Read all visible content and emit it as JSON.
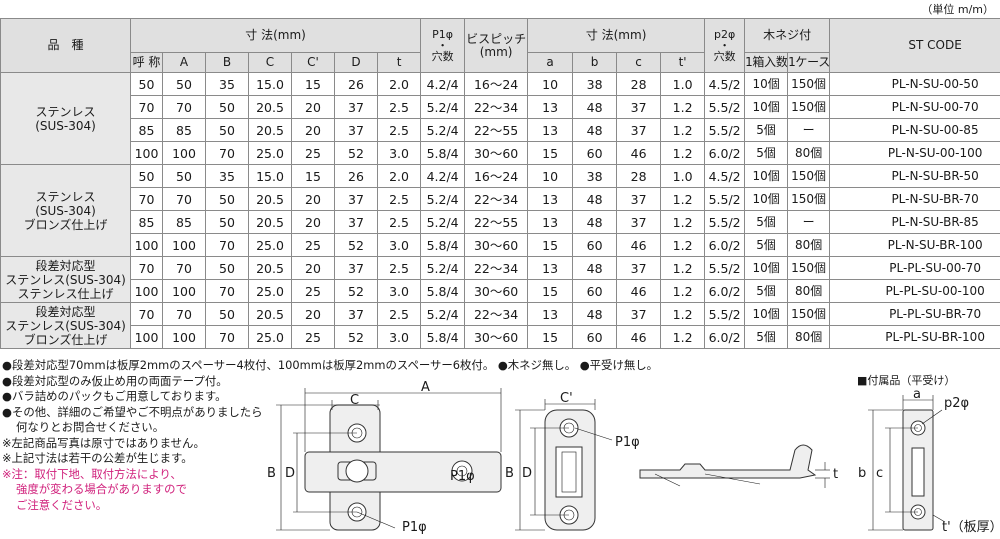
{
  "unit_note": "（単位 m/m）",
  "header": {
    "hinshu": "品　種",
    "sunpo1": "寸 法(mm)",
    "p1": "P1φ\n・\n穴数",
    "pitch": "ビスピッチ\n(mm)",
    "sunpo2": "寸 法(mm)",
    "p2": "p2φ\n・\n穴数",
    "screw": "木ネジ付",
    "stcode": "ST CODE",
    "cols1": [
      "呼 称",
      "A",
      "B",
      "C",
      "C'",
      "D",
      "t"
    ],
    "cols2": [
      "a",
      "b",
      "c",
      "t'"
    ],
    "screw_cols": [
      "1箱入数",
      "1ケース入数"
    ]
  },
  "groups": [
    {
      "name": "ステンレス\n(SUS-304)",
      "rows": [
        [
          "50",
          "50",
          "35",
          "15.0",
          "15",
          "26",
          "2.0",
          "4.2/4",
          "16～24",
          "10",
          "38",
          "28",
          "1.0",
          "4.5/2",
          "10個",
          "150個",
          "PL-N-SU-00-50"
        ],
        [
          "70",
          "70",
          "50",
          "20.5",
          "20",
          "37",
          "2.5",
          "5.2/4",
          "22～34",
          "13",
          "48",
          "37",
          "1.2",
          "5.5/2",
          "10個",
          "150個",
          "PL-N-SU-00-70"
        ],
        [
          "85",
          "85",
          "50",
          "20.5",
          "20",
          "37",
          "2.5",
          "5.2/4",
          "22～55",
          "13",
          "48",
          "37",
          "1.2",
          "5.5/2",
          "5個",
          "ー",
          "PL-N-SU-00-85"
        ],
        [
          "100",
          "100",
          "70",
          "25.0",
          "25",
          "52",
          "3.0",
          "5.8/4",
          "30～60",
          "15",
          "60",
          "46",
          "1.2",
          "6.0/2",
          "5個",
          "80個",
          "PL-N-SU-00-100"
        ]
      ]
    },
    {
      "name": "ステンレス\n(SUS-304)\nブロンズ仕上げ",
      "rows": [
        [
          "50",
          "50",
          "35",
          "15.0",
          "15",
          "26",
          "2.0",
          "4.2/4",
          "16～24",
          "10",
          "38",
          "28",
          "1.0",
          "4.5/2",
          "10個",
          "150個",
          "PL-N-SU-BR-50"
        ],
        [
          "70",
          "70",
          "50",
          "20.5",
          "20",
          "37",
          "2.5",
          "5.2/4",
          "22～34",
          "13",
          "48",
          "37",
          "1.2",
          "5.5/2",
          "10個",
          "150個",
          "PL-N-SU-BR-70"
        ],
        [
          "85",
          "85",
          "50",
          "20.5",
          "20",
          "37",
          "2.5",
          "5.2/4",
          "22～55",
          "13",
          "48",
          "37",
          "1.2",
          "5.5/2",
          "5個",
          "ー",
          "PL-N-SU-BR-85"
        ],
        [
          "100",
          "100",
          "70",
          "25.0",
          "25",
          "52",
          "3.0",
          "5.8/4",
          "30～60",
          "15",
          "60",
          "46",
          "1.2",
          "6.0/2",
          "5個",
          "80個",
          "PL-N-SU-BR-100"
        ]
      ]
    },
    {
      "name": "段差対応型\nステンレス(SUS-304)\nステンレス仕上げ",
      "rows": [
        [
          "70",
          "70",
          "50",
          "20.5",
          "20",
          "37",
          "2.5",
          "5.2/4",
          "22～34",
          "13",
          "48",
          "37",
          "1.2",
          "5.5/2",
          "10個",
          "150個",
          "PL-PL-SU-00-70"
        ],
        [
          "100",
          "100",
          "70",
          "25.0",
          "25",
          "52",
          "3.0",
          "5.8/4",
          "30～60",
          "15",
          "60",
          "46",
          "1.2",
          "6.0/2",
          "5個",
          "80個",
          "PL-PL-SU-00-100"
        ]
      ]
    },
    {
      "name": "段差対応型\nステンレス(SUS-304)\nブロンズ仕上げ",
      "rows": [
        [
          "70",
          "70",
          "50",
          "20.5",
          "20",
          "37",
          "2.5",
          "5.2/4",
          "22～34",
          "13",
          "48",
          "37",
          "1.2",
          "5.5/2",
          "10個",
          "150個",
          "PL-PL-SU-BR-70"
        ],
        [
          "100",
          "100",
          "70",
          "25.0",
          "25",
          "52",
          "3.0",
          "5.8/4",
          "30～60",
          "15",
          "60",
          "46",
          "1.2",
          "6.0/2",
          "5個",
          "80個",
          "PL-PL-SU-BR-100"
        ]
      ]
    }
  ],
  "notes": [
    {
      "text": "●段差対応型70mmは板厚2mmのスペーサー4枚付、100mmは板厚2mmのスペーサー6枚付。 ●木ネジ無し。 ●平受け無し。",
      "style": ""
    },
    {
      "text": "●段差対応型のみ仮止め用の両面テープ付。",
      "style": ""
    },
    {
      "text": "●バラ詰めのパックもご用意しております。",
      "style": ""
    },
    {
      "text": "●その他、詳細のご希望やご不明点がありましたら",
      "style": ""
    },
    {
      "text": "何なりとお問合せください。",
      "style": "ind"
    },
    {
      "text": "※左記商品写真は原寸ではありません。",
      "style": ""
    },
    {
      "text": "※上記寸法は若干の公差が生じます。",
      "style": ""
    },
    {
      "text": "※注：取付下地、取付方法により、",
      "style": "warn"
    },
    {
      "text": "強度が変わる場合がありますので",
      "style": "warn ind"
    },
    {
      "text": "ご注意ください。",
      "style": "warn ind"
    }
  ],
  "drawing": {
    "label_A": "A",
    "label_C": "C",
    "label_B": "B",
    "label_D": "D",
    "label_P1": "P1φ",
    "label_Cp": "C'",
    "label_t": "t",
    "accessory_title": "■付属品（平受け）",
    "label_a": "a",
    "label_p2": "p2φ",
    "label_b": "b",
    "label_c": "c",
    "label_tp": "t'（板厚）"
  }
}
